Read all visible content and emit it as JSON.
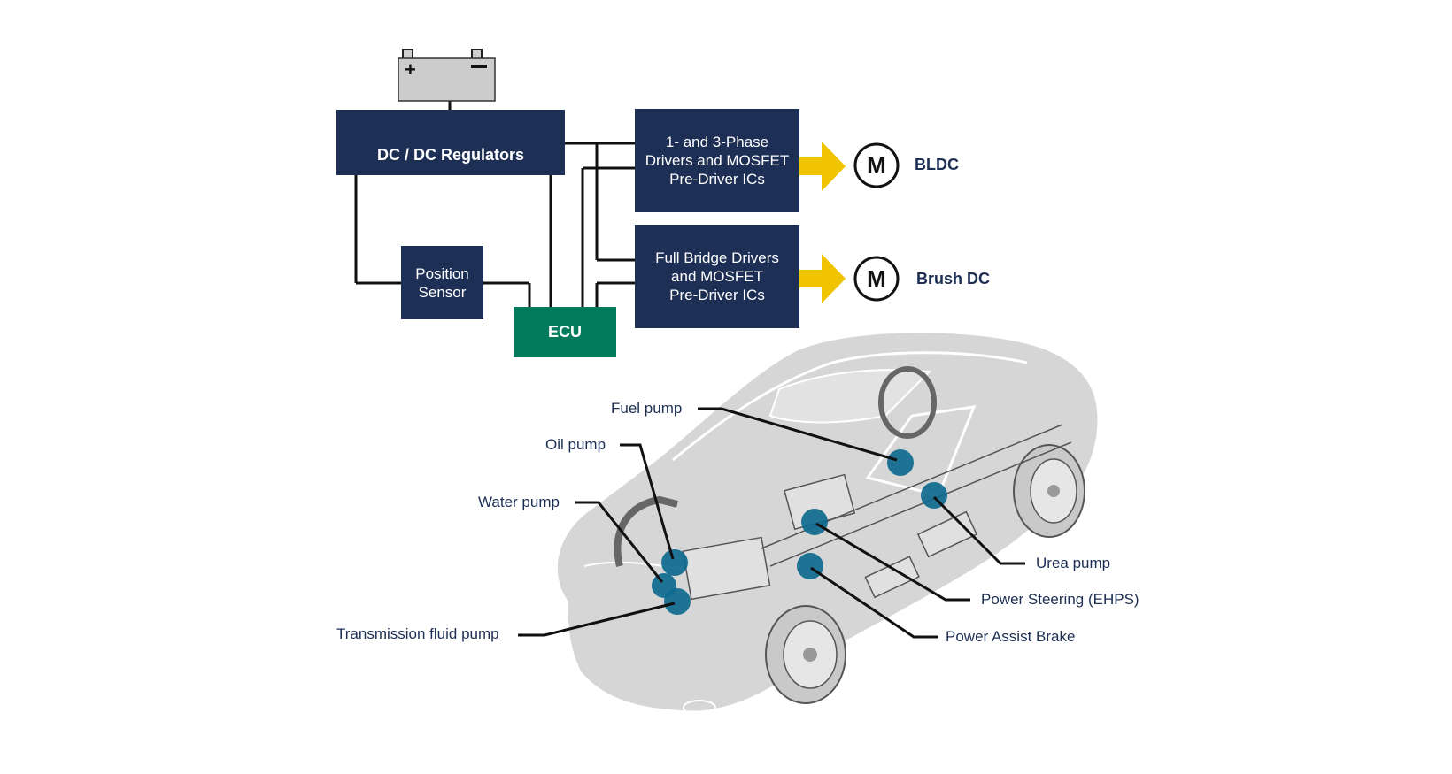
{
  "diagram": {
    "battery": {
      "icon": "battery-icon",
      "plus_symbol": "+",
      "minus_symbol": "−"
    },
    "blocks": {
      "dcdc": "DC / DC Regulators",
      "position_sensor": "Position\nSensor",
      "ecu": "ECU",
      "three_phase": "1- and 3-Phase\nDrivers and MOSFET\nPre-Driver ICs",
      "full_bridge": "Full Bridge Drivers\nand  MOSFET\nPre-Driver ICs"
    },
    "motors": [
      {
        "symbol": "M",
        "label": "BLDC"
      },
      {
        "symbol": "M",
        "label": "Brush DC"
      }
    ],
    "callouts": {
      "fuel_pump": "Fuel pump",
      "oil_pump": "Oil pump",
      "water_pump": "Water pump",
      "transmission_fluid_pump": "Transmission fluid pump",
      "urea_pump": "Urea pump",
      "power_steering": "Power Steering (EHPS)",
      "power_assist_brake": "Power Assist Brake"
    },
    "colors": {
      "navy": "#1d2f54",
      "ecu_green": "#047a5c",
      "arrow_yellow": "#f0c400",
      "pump_marker": "#0e6a8f",
      "car_body": "#d6d6d6"
    }
  }
}
